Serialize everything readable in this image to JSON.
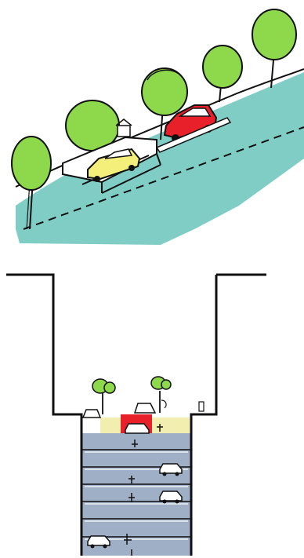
{
  "illustration": {
    "top_panel": {
      "subject": "street-perspective",
      "colors": {
        "road": "#7fcdc4",
        "tree_canopy": "#8ed84c",
        "red_car": "#e8202a",
        "yellow_car": "#f4ef7a",
        "outline": "#111111"
      }
    },
    "bottom_panel": {
      "subject": "street-section",
      "level_count": 7,
      "colors": {
        "levels": "#9fb0c6",
        "sidewalk": "#f2eeb0",
        "red_block": "#e8202a",
        "tree_canopy": "#8ed84c",
        "outline": "#111111"
      }
    }
  }
}
